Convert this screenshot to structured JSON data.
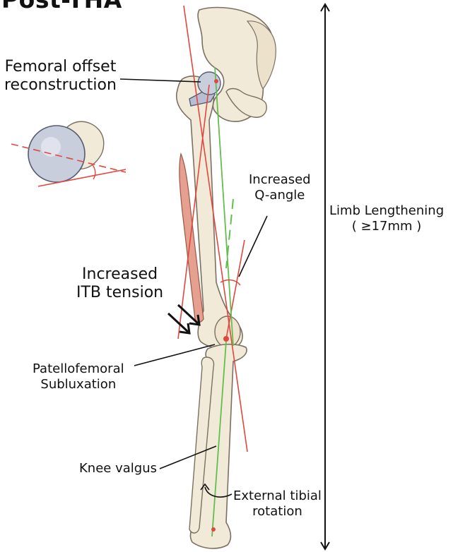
{
  "title": "Post-THA",
  "labels": {
    "femoral_offset": [
      "Femoral offset",
      "reconstruction"
    ],
    "q_angle": [
      "Increased",
      "Q-angle"
    ],
    "limb_lengthening": [
      "Limb Lengthening",
      "( ≥17mm )"
    ],
    "itb_tension": [
      "Increased",
      "ITB tension"
    ],
    "patellofemoral": [
      "Patellofemoral",
      "Subluxation"
    ],
    "knee_valgus": "Knee valgus",
    "tibial_rotation": [
      "External tibial",
      "rotation"
    ]
  },
  "colors": {
    "bone_fill": "#f2ead8",
    "bone_stroke": "#7a7062",
    "implant": "#b9bfd2",
    "red_axis": "#e0473f",
    "green_axis": "#63be4e",
    "itb": "#e6a08f"
  }
}
